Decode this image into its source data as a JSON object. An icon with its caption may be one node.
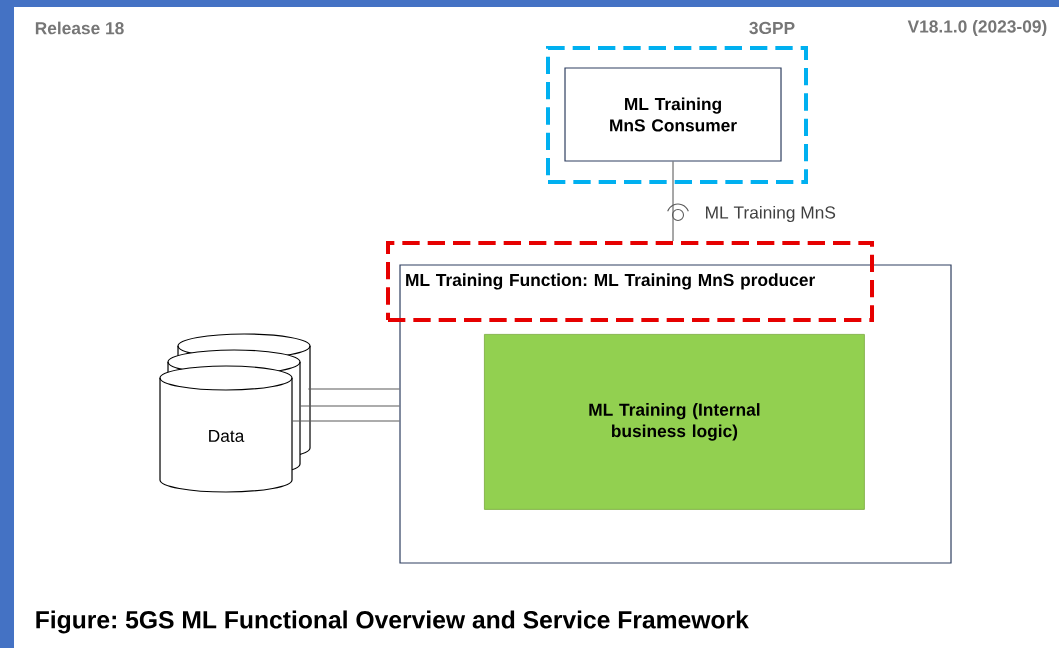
{
  "diagram": {
    "caption": "Figure: 5GS ML Functional Overview and Service Framework",
    "nodes": [
      {
        "text": [],
        "shape": "box"
      },
      {
        "text": [
          "ML Training MnS Consumer"
        ],
        "in": 0
      },
      {
        "text": [],
        "shape": "box"
      },
      {
        "text": [
          "ML Training Function: ML Training MnS producer"
        ]
      },
      {
        "text": [
          "ML Training (Internal business logic)"
        ],
        "in": 2
      },
      {
        "text": [
          "Data"
        ]
      }
    ],
    "edges": [
      {
        "from": 1,
        "to": 3,
        "arrow": "none",
        "label": "ML Training MnS"
      },
      {
        "from": 5,
        "to": 2,
        "arrow": "none"
      },
      {
        "from": 5,
        "to": 2,
        "arrow": "none"
      },
      {
        "from": 5,
        "to": 2,
        "arrow": "none"
      }
    ],
    "labels": [
      "Release 18",
      "3GPP",
      "V18.1.0 (2023-09)"
    ]
  }
}
